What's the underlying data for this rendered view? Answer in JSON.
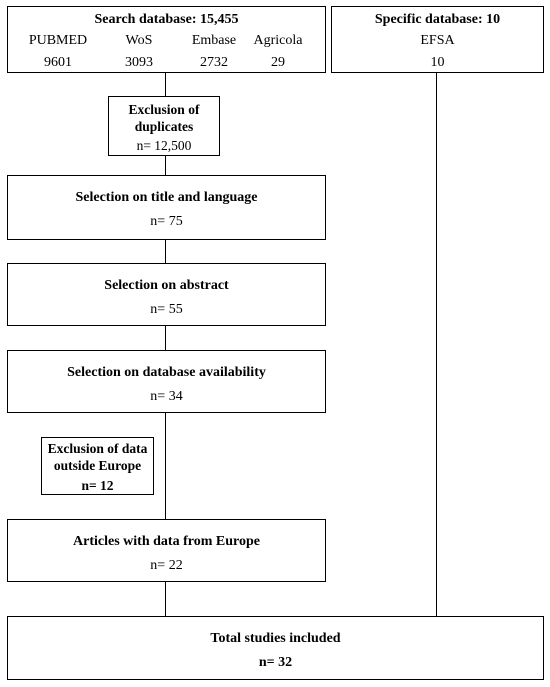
{
  "search_database": {
    "title": "Search database: 15,455",
    "databases": [
      {
        "name": "PUBMED",
        "count": "9601"
      },
      {
        "name": "WoS",
        "count": "3093"
      },
      {
        "name": "Embase",
        "count": "2732"
      },
      {
        "name": "Agricola",
        "count": "29"
      }
    ]
  },
  "specific_database": {
    "title": "Specific database: 10",
    "name": "EFSA",
    "count": "10"
  },
  "duplicates": {
    "title_line1": "Exclusion of",
    "title_line2": "duplicates",
    "count": "n= 12,500"
  },
  "title_language": {
    "title": "Selection on title and language",
    "count": "n= 75"
  },
  "abstract": {
    "title": "Selection on abstract",
    "count": "n= 55"
  },
  "availability": {
    "title": "Selection on database availability",
    "count": "n= 34"
  },
  "outside_europe": {
    "title_line1": "Exclusion of data",
    "title_line2": "outside Europe",
    "count": "n= 12"
  },
  "europe": {
    "title": "Articles with data from Europe",
    "count": "n= 22"
  },
  "total": {
    "title": "Total studies included",
    "count": "n= 32"
  }
}
